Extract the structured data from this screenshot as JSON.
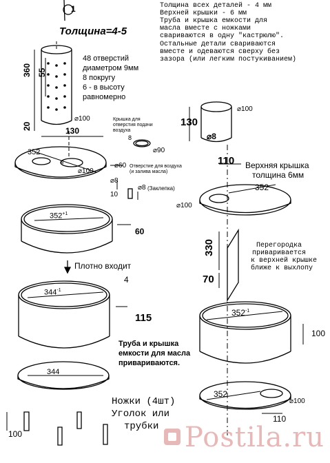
{
  "page_number": "1",
  "thickness_label": "Толщина=4-5",
  "notes": {
    "thickness_all": "Толщина всех деталей - 4 мм",
    "top_lid": "Верхней крышки - 6 мм",
    "oil_line1": "Труба и крышка емкости для",
    "oil_line2": "масла вместе с ножками",
    "oil_line3": "свариваются в одну \"кастрюлю\".",
    "rest_line1": "Остальные детали свариваются",
    "rest_line2": "вместе и одеваются сверху без",
    "rest_line3": "зазора (или легким постукиванием)"
  },
  "holes": {
    "line1": "48 отверстий",
    "line2": "диаметром 9мм",
    "line3": "8 покругу",
    "line4": "6 - в высоту",
    "line5": "равномерно"
  },
  "dims": {
    "pipe_height": "360",
    "pipe_sub": "55",
    "pipe_base": "20",
    "pipe_dia": "100",
    "offset_130": "130",
    "disk_352": "352",
    "d4": "4",
    "d100": "100",
    "d60": "60",
    "d8": "8",
    "d8b": "8",
    "d10": "10",
    "cap_d90": "90",
    "cap_8": "8",
    "small_pipe_h": "130",
    "small_pipe_d": "100",
    "small_pipe_8": "8",
    "ring_352": "352",
    "ring_sup": "+1",
    "ring_h": "60",
    "ring344": "344",
    "ring344_sup": "-1",
    "ring344_t": "4",
    "ring344_h": "115",
    "bottom344": "344",
    "top_lid_110": "110",
    "top_lid_352": "352",
    "top_lid_100": "100",
    "baffle_330": "330",
    "baffle_70": "70",
    "right_ring_352": "352",
    "right_ring_sup": "-1",
    "right_ring_h": "100",
    "bottom_right_352": "352",
    "bottom_right_100": "100",
    "bottom_right_110": "110",
    "leg_100": "100"
  },
  "labels": {
    "cap_line1": "Крышка для",
    "cap_line2": "отверстия подачи",
    "cap_line3": "воздуха",
    "air_hole1": "Отверстие для воздуха",
    "air_hole2": "(и залива масла)",
    "plug": "(Заклепка)",
    "fits": "Плотно входит",
    "top_lid1": "Верхняя крышка",
    "top_lid2": "толщина 6мм",
    "baffle1": "Перегородка",
    "baffle2": "приваривается",
    "baffle3": "к верхней крышке",
    "baffle4": "ближе к выхлопу",
    "weld1": "Труба и крышка",
    "weld2": "емкости для масла",
    "weld3": "привариваются.",
    "legs1": "Ножки (4шт)",
    "legs2": "Уголок или",
    "legs3": "трубки",
    "watermark": "Postila.ru"
  }
}
